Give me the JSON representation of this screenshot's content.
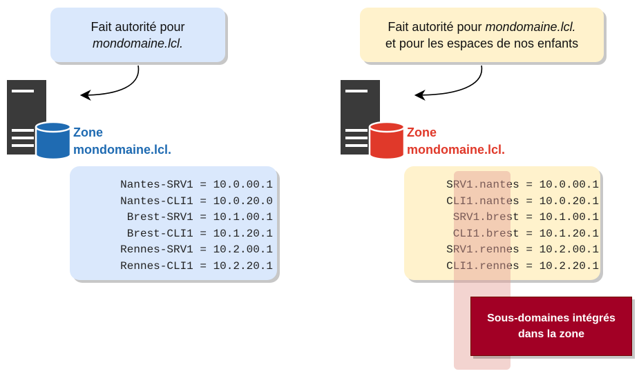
{
  "left": {
    "note_line1": "Fait autorité pour",
    "note_line2": "mondomaine.lcl.",
    "zone_line1": "Zone",
    "zone_line2": "mondomaine.lcl.",
    "records": [
      "Nantes-SRV1 = 10.0.00.1",
      "Nantes-CLI1 = 10.0.20.0",
      "Brest-SRV1 = 10.1.00.1",
      "Brest-CLI1 = 10.1.20.1",
      "Rennes-SRV1 = 10.2.00.1",
      "Rennes-CLI1 = 10.2.20.1"
    ],
    "db_color": "#1f6bb2"
  },
  "right": {
    "note_line1_prefix": "Fait autorité pour ",
    "note_line1_domain": "mondomaine.lcl.",
    "note_line2": "et pour les espaces de nos enfants",
    "zone_line1": "Zone",
    "zone_line2": "mondomaine.lcl.",
    "records": [
      "SRV1.nantes = 10.0.00.1",
      "CLI1.nantes = 10.0.20.1",
      "SRV1.brest = 10.1.00.1",
      "CLI1.brest = 10.1.20.1",
      "SRV1.rennes = 10.2.00.1",
      "CLI1.rennes = 10.2.20.1"
    ],
    "db_color": "#e0392a"
  },
  "callout": {
    "line1": "Sous-domaines intégrés",
    "line2": "dans la zone"
  },
  "colors": {
    "server": "#3a3a3a",
    "left_fill": "#dae8fc",
    "right_fill": "#fff2cc",
    "callout_fill": "#a20025"
  },
  "icons": [
    "server-icon",
    "database-icon",
    "curved-arrow-icon"
  ]
}
